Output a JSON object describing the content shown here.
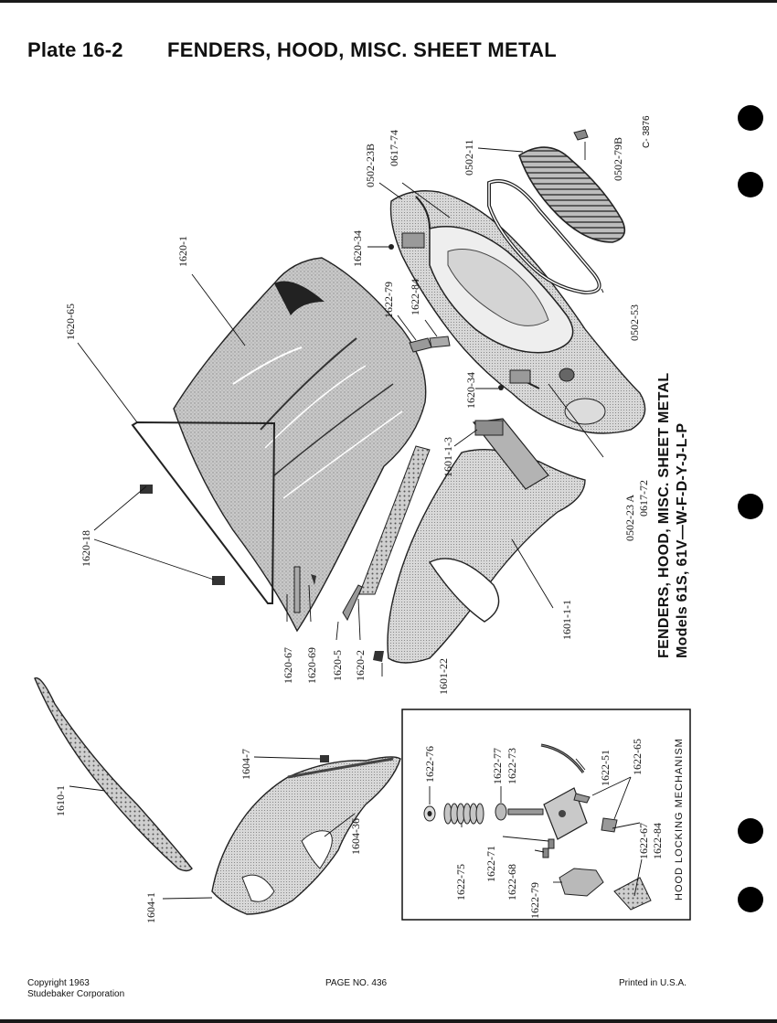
{
  "header": {
    "plate": "Plate 16-2",
    "title": "FENDERS, HOOD, MISC. SHEET METAL"
  },
  "side_caption": {
    "title": "FENDERS, HOOD, MISC. SHEET METAL",
    "models": "Models 61S, 61V—W-F-D-Y-J-L-P"
  },
  "drawing_number": "C- 3876",
  "part_labels": {
    "p_1620_65": "1620-65",
    "p_1620_1": "1620-1",
    "p_1620_18": "1620-18",
    "p_1620_34_a": "1620-34",
    "p_0502_23b": "0502-23B",
    "p_0617_74": "0617-74",
    "p_0502_11": "0502-11",
    "p_0502_79b": "0502-79B",
    "p_1622_79_a": "1622-79",
    "p_1622_84_a": "1622-84",
    "p_0502_53": "0502-53",
    "p_1620_34_b": "1620-34",
    "p_1601_1_3": "1601-1-3",
    "p_0502_23a": "0502-23 A",
    "p_0617_72": "0617-72",
    "p_1601_1_1": "1601-1-1",
    "p_1620_67": "1620-67",
    "p_1620_69": "1620-69",
    "p_1620_5": "1620-5",
    "p_1620_2": "1620-2",
    "p_1601_22": "1601-22",
    "p_1610_1": "1610-1",
    "p_1604_7": "1604-7",
    "p_1604_36": "1604-36",
    "p_1604_1": "1604-1"
  },
  "inset": {
    "title": "HOOD LOCKING MECHANISM",
    "labels": {
      "p_1622_76": "1622-76",
      "p_1622_77": "1622-77",
      "p_1622_73": "1622-73",
      "p_1622_51": "1622-51",
      "p_1622_65": "1622-65",
      "p_1622_75": "1622-75",
      "p_1622_71": "1622-71",
      "p_1622_68": "1622-68",
      "p_1622_79": "1622-79",
      "p_1622_67": "1622-67",
      "p_1622_84": "1622-84"
    }
  },
  "footer": {
    "copyright_line1": "Copyright 1963",
    "copyright_line2": "Studebaker Corporation",
    "page": "PAGE NO. 436",
    "printed": "Printed in U.S.A."
  }
}
